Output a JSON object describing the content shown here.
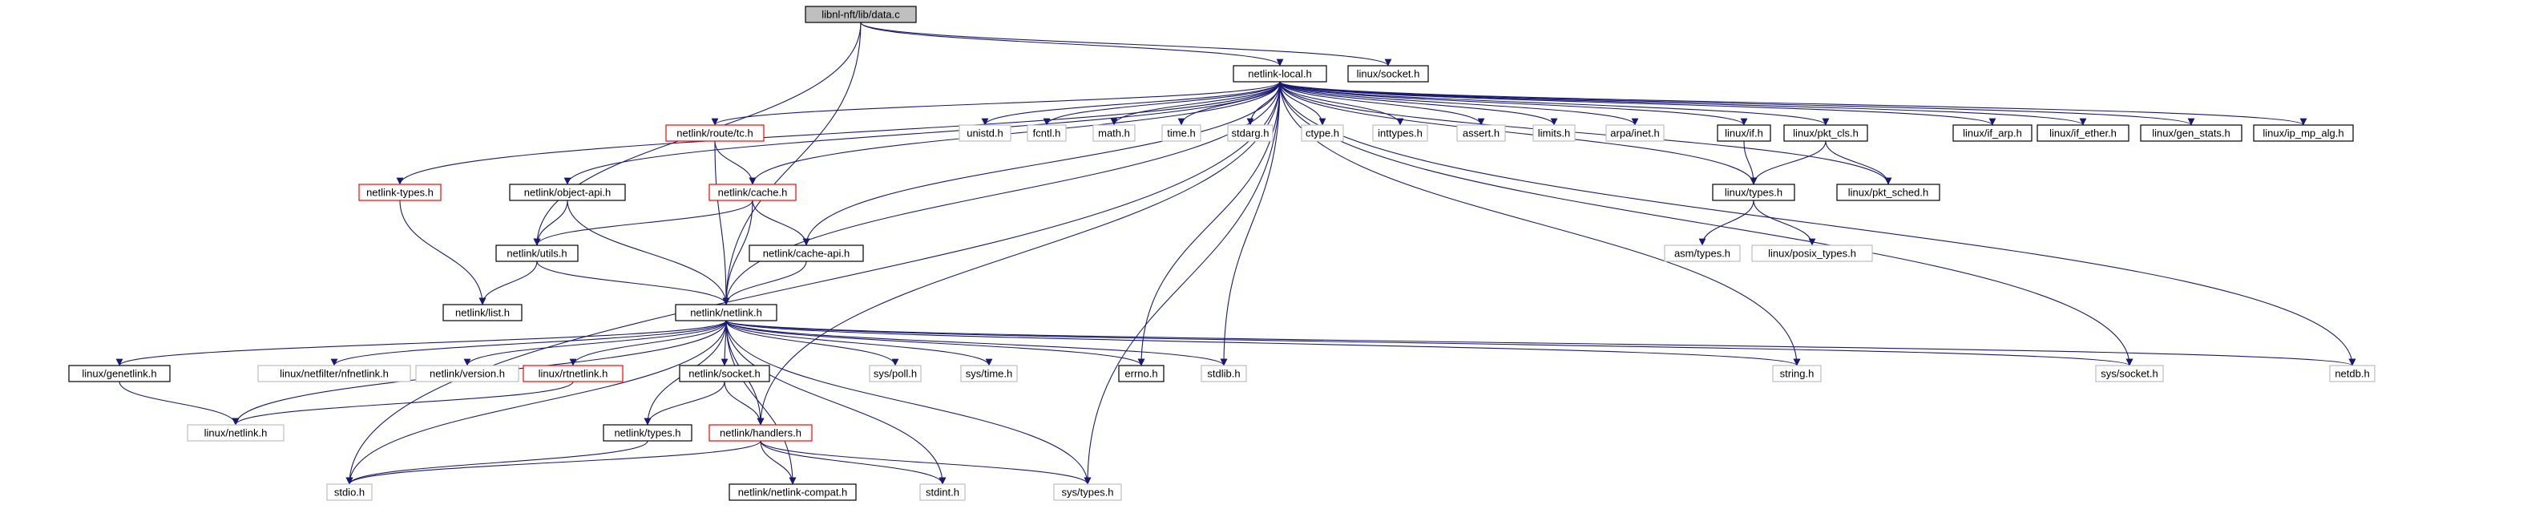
{
  "colors": {
    "edge": "#191970",
    "root_fill": "#bfbfbf",
    "root_border": "#000000",
    "documented_border": "#000000",
    "truncated_border": "#ff0000",
    "undocumented_border": "#bfbfbf",
    "node_fill": "#ffffff"
  },
  "nodes": [
    {
      "id": "data_c",
      "label": "libnl-nft/lib/data.c",
      "kind": "root"
    },
    {
      "id": "netlink_local",
      "label": "netlink-local.h",
      "kind": "documented"
    },
    {
      "id": "linux_socket",
      "label": "linux/socket.h",
      "kind": "documented"
    },
    {
      "id": "netlink_route_tc",
      "label": "netlink/route/tc.h",
      "kind": "truncated"
    },
    {
      "id": "unistd",
      "label": "unistd.h",
      "kind": "undocumented"
    },
    {
      "id": "fcntl",
      "label": "fcntl.h",
      "kind": "undocumented"
    },
    {
      "id": "math",
      "label": "math.h",
      "kind": "undocumented"
    },
    {
      "id": "time",
      "label": "time.h",
      "kind": "undocumented"
    },
    {
      "id": "stdarg",
      "label": "stdarg.h",
      "kind": "undocumented"
    },
    {
      "id": "ctype",
      "label": "ctype.h",
      "kind": "undocumented"
    },
    {
      "id": "inttypes",
      "label": "inttypes.h",
      "kind": "undocumented"
    },
    {
      "id": "assert",
      "label": "assert.h",
      "kind": "undocumented"
    },
    {
      "id": "limits",
      "label": "limits.h",
      "kind": "undocumented"
    },
    {
      "id": "arpa_inet",
      "label": "arpa/inet.h",
      "kind": "undocumented"
    },
    {
      "id": "linux_if",
      "label": "linux/if.h",
      "kind": "documented"
    },
    {
      "id": "linux_pkt_cls",
      "label": "linux/pkt_cls.h",
      "kind": "documented"
    },
    {
      "id": "linux_if_arp",
      "label": "linux/if_arp.h",
      "kind": "documented"
    },
    {
      "id": "linux_if_ether",
      "label": "linux/if_ether.h",
      "kind": "documented"
    },
    {
      "id": "linux_gen_stats",
      "label": "linux/gen_stats.h",
      "kind": "documented"
    },
    {
      "id": "linux_ip_mp_alg",
      "label": "linux/ip_mp_alg.h",
      "kind": "documented"
    },
    {
      "id": "netlink_types",
      "label": "netlink-types.h",
      "kind": "truncated"
    },
    {
      "id": "netlink_object_api",
      "label": "netlink/object-api.h",
      "kind": "documented"
    },
    {
      "id": "netlink_cache",
      "label": "netlink/cache.h",
      "kind": "truncated"
    },
    {
      "id": "linux_types",
      "label": "linux/types.h",
      "kind": "documented"
    },
    {
      "id": "linux_pkt_sched",
      "label": "linux/pkt_sched.h",
      "kind": "documented"
    },
    {
      "id": "netlink_utils",
      "label": "netlink/utils.h",
      "kind": "documented"
    },
    {
      "id": "netlink_cache_api",
      "label": "netlink/cache-api.h",
      "kind": "documented"
    },
    {
      "id": "asm_types",
      "label": "asm/types.h",
      "kind": "undocumented"
    },
    {
      "id": "linux_posix_types",
      "label": "linux/posix_types.h",
      "kind": "undocumented"
    },
    {
      "id": "netlink_list",
      "label": "netlink/list.h",
      "kind": "documented"
    },
    {
      "id": "netlink_netlink",
      "label": "netlink/netlink.h",
      "kind": "documented"
    },
    {
      "id": "linux_genetlink",
      "label": "linux/genetlink.h",
      "kind": "documented"
    },
    {
      "id": "linux_netfilter_nfnetlink",
      "label": "linux/netfilter/nfnetlink.h",
      "kind": "undocumented"
    },
    {
      "id": "netlink_version",
      "label": "netlink/version.h",
      "kind": "undocumented"
    },
    {
      "id": "linux_rtnetlink",
      "label": "linux/rtnetlink.h",
      "kind": "truncated"
    },
    {
      "id": "netlink_socket",
      "label": "netlink/socket.h",
      "kind": "documented"
    },
    {
      "id": "sys_poll",
      "label": "sys/poll.h",
      "kind": "undocumented"
    },
    {
      "id": "sys_time",
      "label": "sys/time.h",
      "kind": "undocumented"
    },
    {
      "id": "errno",
      "label": "errno.h",
      "kind": "documented"
    },
    {
      "id": "stdlib",
      "label": "stdlib.h",
      "kind": "undocumented"
    },
    {
      "id": "string",
      "label": "string.h",
      "kind": "undocumented"
    },
    {
      "id": "sys_socket",
      "label": "sys/socket.h",
      "kind": "undocumented"
    },
    {
      "id": "netdb",
      "label": "netdb.h",
      "kind": "undocumented"
    },
    {
      "id": "linux_netlink",
      "label": "linux/netlink.h",
      "kind": "undocumented"
    },
    {
      "id": "netlink_types_h",
      "label": "netlink/types.h",
      "kind": "documented"
    },
    {
      "id": "netlink_handlers",
      "label": "netlink/handlers.h",
      "kind": "truncated"
    },
    {
      "id": "stdio",
      "label": "stdio.h",
      "kind": "undocumented"
    },
    {
      "id": "netlink_netlink_compat",
      "label": "netlink/netlink-compat.h",
      "kind": "documented"
    },
    {
      "id": "stdint",
      "label": "stdint.h",
      "kind": "undocumented"
    },
    {
      "id": "sys_types",
      "label": "sys/types.h",
      "kind": "undocumented"
    }
  ],
  "edges": [
    [
      "data_c",
      "netlink_local"
    ],
    [
      "data_c",
      "linux_socket"
    ],
    [
      "data_c",
      "netlink_netlink"
    ],
    [
      "data_c",
      "netlink_utils"
    ],
    [
      "netlink_local",
      "netlink_route_tc"
    ],
    [
      "netlink_local",
      "unistd"
    ],
    [
      "netlink_local",
      "fcntl"
    ],
    [
      "netlink_local",
      "math"
    ],
    [
      "netlink_local",
      "time"
    ],
    [
      "netlink_local",
      "stdarg"
    ],
    [
      "netlink_local",
      "ctype"
    ],
    [
      "netlink_local",
      "inttypes"
    ],
    [
      "netlink_local",
      "assert"
    ],
    [
      "netlink_local",
      "limits"
    ],
    [
      "netlink_local",
      "arpa_inet"
    ],
    [
      "netlink_local",
      "linux_if"
    ],
    [
      "netlink_local",
      "linux_pkt_cls"
    ],
    [
      "netlink_local",
      "linux_if_arp"
    ],
    [
      "netlink_local",
      "linux_if_ether"
    ],
    [
      "netlink_local",
      "linux_gen_stats"
    ],
    [
      "netlink_local",
      "linux_ip_mp_alg"
    ],
    [
      "netlink_local",
      "netlink_types"
    ],
    [
      "netlink_local",
      "netlink_object_api"
    ],
    [
      "netlink_local",
      "netlink_cache"
    ],
    [
      "netlink_local",
      "netlink_cache_api"
    ],
    [
      "netlink_local",
      "linux_types"
    ],
    [
      "netlink_local",
      "linux_pkt_sched"
    ],
    [
      "netlink_local",
      "netlink_netlink"
    ],
    [
      "netlink_local",
      "netlink_handlers"
    ],
    [
      "netlink_local",
      "stdio"
    ],
    [
      "netlink_local",
      "errno"
    ],
    [
      "netlink_local",
      "stdlib"
    ],
    [
      "netlink_local",
      "string"
    ],
    [
      "netlink_local",
      "sys_socket"
    ],
    [
      "netlink_local",
      "netdb"
    ],
    [
      "netlink_local",
      "sys_types"
    ],
    [
      "netlink_route_tc",
      "netlink_cache"
    ],
    [
      "netlink_route_tc",
      "netlink_netlink"
    ],
    [
      "netlink_types",
      "netlink_list"
    ],
    [
      "netlink_object_api",
      "netlink_utils"
    ],
    [
      "netlink_object_api",
      "netlink_netlink"
    ],
    [
      "netlink_cache",
      "netlink_utils"
    ],
    [
      "netlink_cache",
      "netlink_cache_api"
    ],
    [
      "netlink_cache",
      "netlink_netlink"
    ],
    [
      "netlink_cache_api",
      "netlink_netlink"
    ],
    [
      "linux_if",
      "linux_types"
    ],
    [
      "linux_pkt_cls",
      "linux_types"
    ],
    [
      "linux_pkt_cls",
      "linux_pkt_sched"
    ],
    [
      "linux_types",
      "asm_types"
    ],
    [
      "linux_types",
      "linux_posix_types"
    ],
    [
      "netlink_utils",
      "netlink_list"
    ],
    [
      "netlink_utils",
      "netlink_netlink"
    ],
    [
      "netlink_netlink",
      "linux_genetlink"
    ],
    [
      "netlink_netlink",
      "linux_netfilter_nfnetlink"
    ],
    [
      "netlink_netlink",
      "netlink_version"
    ],
    [
      "netlink_netlink",
      "linux_rtnetlink"
    ],
    [
      "netlink_netlink",
      "netlink_socket"
    ],
    [
      "netlink_netlink",
      "sys_poll"
    ],
    [
      "netlink_netlink",
      "sys_time"
    ],
    [
      "netlink_netlink",
      "errno"
    ],
    [
      "netlink_netlink",
      "stdlib"
    ],
    [
      "netlink_netlink",
      "string"
    ],
    [
      "netlink_netlink",
      "sys_socket"
    ],
    [
      "netlink_netlink",
      "netdb"
    ],
    [
      "netlink_netlink",
      "linux_netlink"
    ],
    [
      "netlink_netlink",
      "netlink_types_h"
    ],
    [
      "netlink_netlink",
      "netlink_handlers"
    ],
    [
      "netlink_netlink",
      "stdio"
    ],
    [
      "netlink_netlink",
      "netlink_netlink_compat"
    ],
    [
      "netlink_netlink",
      "stdint"
    ],
    [
      "netlink_netlink",
      "sys_types"
    ],
    [
      "linux_genetlink",
      "linux_netlink"
    ],
    [
      "linux_rtnetlink",
      "linux_netlink"
    ],
    [
      "netlink_socket",
      "netlink_types_h"
    ],
    [
      "netlink_socket",
      "netlink_handlers"
    ],
    [
      "netlink_types_h",
      "stdio"
    ],
    [
      "netlink_handlers",
      "stdio"
    ],
    [
      "netlink_handlers",
      "netlink_netlink_compat"
    ],
    [
      "netlink_handlers",
      "stdint"
    ],
    [
      "netlink_handlers",
      "sys_types"
    ]
  ]
}
